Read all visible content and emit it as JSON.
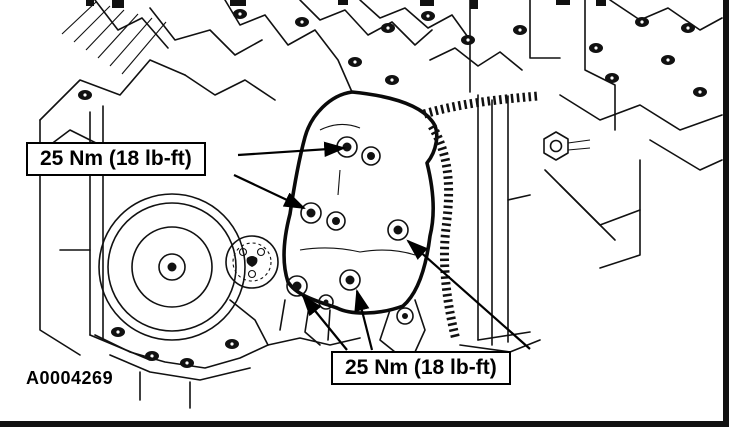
{
  "figure": {
    "id_label": "A0004269"
  },
  "callouts": {
    "torque_top": "25 Nm (18 lb-ft)",
    "torque_bottom": "25 Nm (18 lb-ft)"
  },
  "diagram": {
    "description": "engine-front-cover-bolt-torque-diagram",
    "bolt_points": 7,
    "colors": {
      "line": "#111111",
      "background": "#ffffff"
    }
  }
}
